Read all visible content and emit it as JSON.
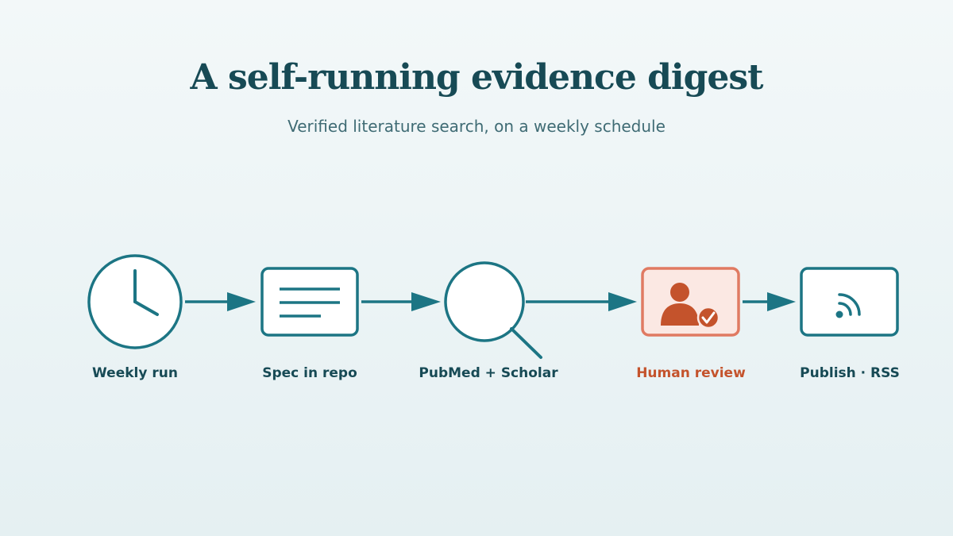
{
  "header": {
    "title": "A self-running evidence digest",
    "subtitle": "Verified literature search, on a weekly schedule"
  },
  "steps": [
    {
      "label": "Weekly run",
      "icon": "clock-icon"
    },
    {
      "label": "Spec in repo",
      "icon": "document-lines-icon"
    },
    {
      "label": "PubMed + Scholar",
      "icon": "magnifier-icon"
    },
    {
      "label": "Human review",
      "icon": "person-check-icon",
      "highlighted": true
    },
    {
      "label": "Publish · RSS",
      "icon": "rss-icon"
    }
  ],
  "colors": {
    "primary": "#1c7584",
    "text": "#174a55",
    "accent": "#c4532c",
    "accent_fill": "#fbe8e3",
    "accent_border": "#e07a62"
  }
}
